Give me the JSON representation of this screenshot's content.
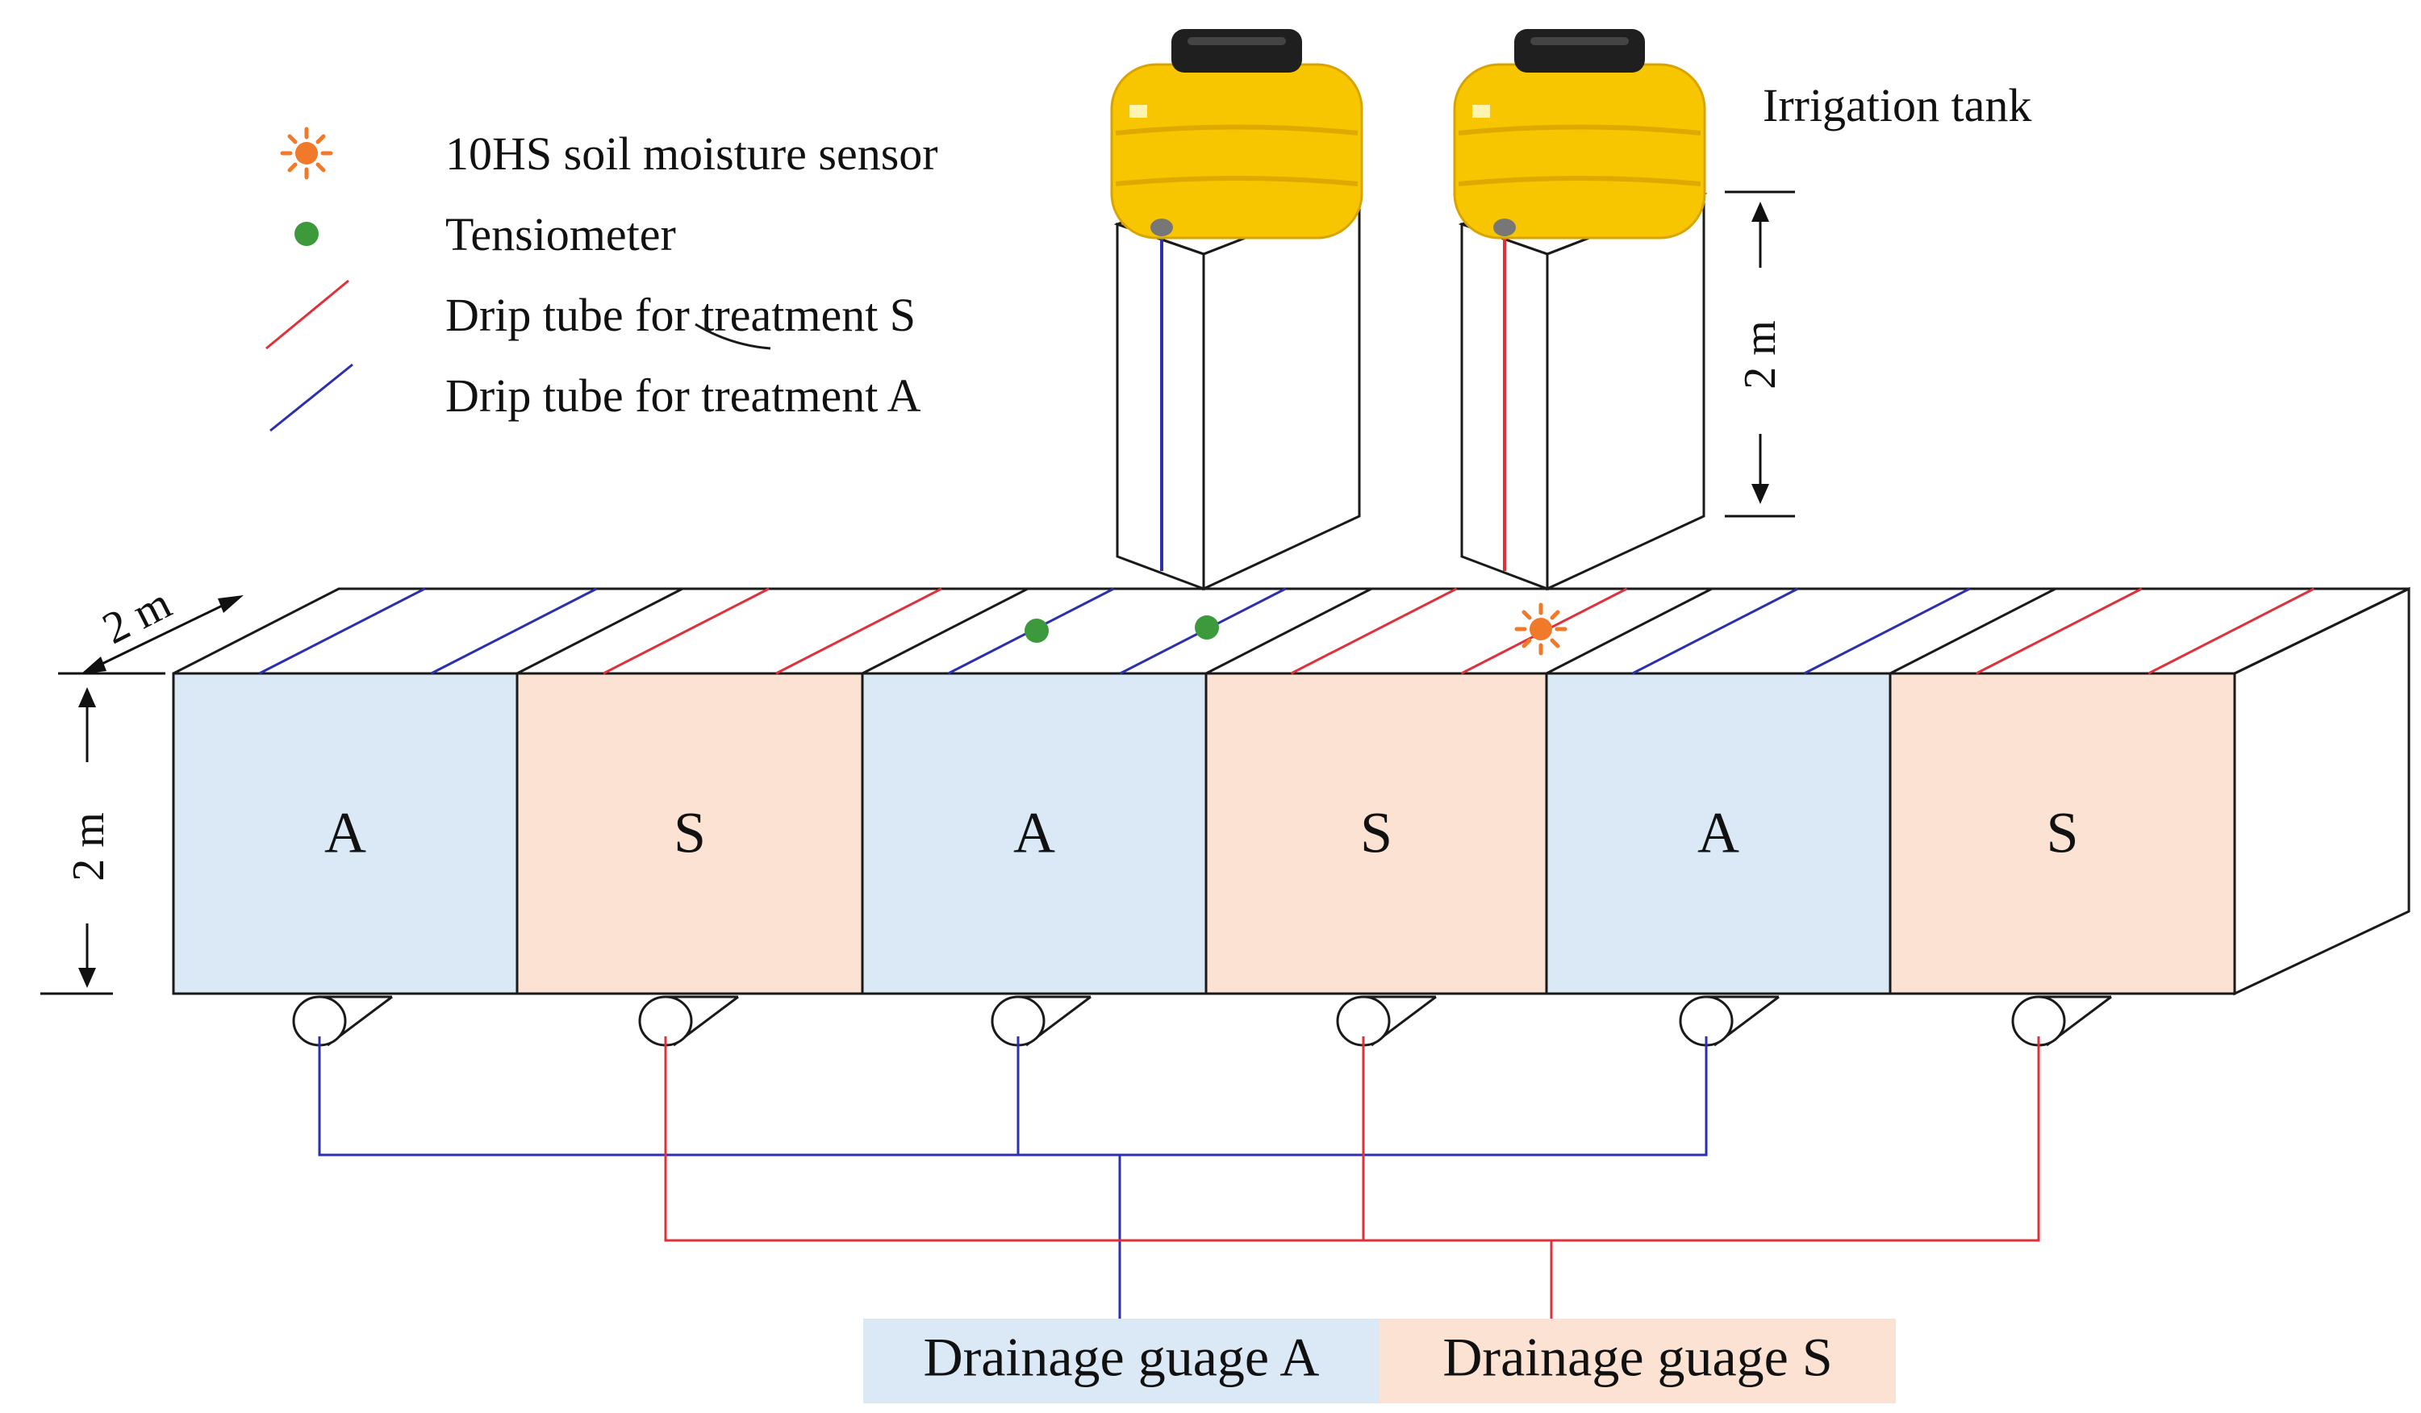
{
  "legend": {
    "sensor": "10HS soil moisture sensor",
    "tensiometer": "Tensiometer",
    "drip_s": "Drip tube for treatment S",
    "drip_a": "Drip tube for treatment A"
  },
  "tank_label": "Irrigation tank",
  "dimensions": {
    "tank_height": "2 m",
    "bed_width": "2 m",
    "bed_height": "2 m"
  },
  "plots": [
    {
      "label": "A",
      "treatment": "A"
    },
    {
      "label": "S",
      "treatment": "S"
    },
    {
      "label": "A",
      "treatment": "A"
    },
    {
      "label": "S",
      "treatment": "S"
    },
    {
      "label": "A",
      "treatment": "A"
    },
    {
      "label": "S",
      "treatment": "S"
    }
  ],
  "gauges": {
    "a": "Drainage guage A",
    "s": "Drainage guage S"
  },
  "colors": {
    "treatment_a_fill": "#dae9f5",
    "treatment_s_fill": "#fbe2d3",
    "drip_a": "#2b2fb0",
    "drip_s": "#e0313a",
    "tensiometer": "#3c9a3c",
    "sensor": "#f07a2a",
    "tank_yellow": "#f7c600",
    "tank_lid": "#1f1f1f"
  }
}
